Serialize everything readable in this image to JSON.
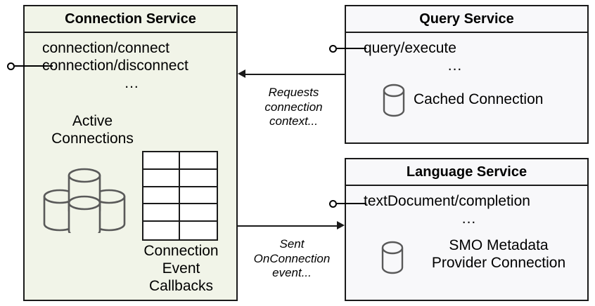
{
  "diagram": {
    "title": "Connection Service component interaction diagram",
    "colors": {
      "connection_service_fill": "#f1f4e8",
      "other_service_fill": "#f8f8fa",
      "stroke": "#1a1a1a",
      "cylinder_stroke": "#595959"
    }
  },
  "components": {
    "connection_service": {
      "title": "Connection Service",
      "interfaces": [
        "connection/connect",
        "connection/disconnect"
      ],
      "ellipsis": "...",
      "active_connections_label_line1": "Active",
      "active_connections_label_line2": "Connections",
      "callbacks_label_line1": "Connection",
      "callbacks_label_line2": "Event",
      "callbacks_label_line3": "Callbacks",
      "db_cluster_icon": "database-cluster-icon",
      "table_icon": "table-grid-icon",
      "table_rows": 5,
      "table_cols": 2,
      "lollipop": "provided-interface-lollipop"
    },
    "query_service": {
      "title": "Query Service",
      "interfaces": [
        "query/execute"
      ],
      "ellipsis": "...",
      "cached_connection_label": "Cached Connection",
      "db_icon": "database-cylinder-icon",
      "lollipop": "provided-interface-lollipop"
    },
    "language_service": {
      "title": "Language Service",
      "interfaces": [
        "textDocument/completion"
      ],
      "ellipsis": "...",
      "smo_label_line1": "SMO Metadata",
      "smo_label_line2": "Provider Connection",
      "db_icon": "database-cylinder-icon",
      "lollipop": "provided-interface-lollipop"
    }
  },
  "edges": {
    "query_to_connection": {
      "label_line1": "Requests",
      "label_line2": "connection",
      "label_line3": "context...",
      "direction": "right-to-left"
    },
    "connection_to_language": {
      "label_line1": "Sent",
      "label_line2": "OnConnection",
      "label_line3": "event...",
      "direction": "left-to-right"
    }
  }
}
